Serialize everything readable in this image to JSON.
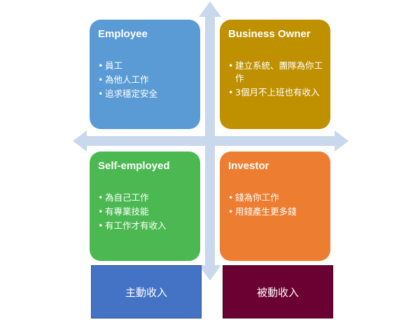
{
  "quadrants": {
    "employee": {
      "title": "Employee",
      "items": [
        "員工",
        "為他人工作",
        "追求穩定安全"
      ],
      "color": "#5B9BD5"
    },
    "business_owner": {
      "title": "Business Owner",
      "items": [
        "建立系統、團隊為你工作",
        "3個月不上班也有收入"
      ],
      "color": "#BF9000"
    },
    "self_employed": {
      "title": "Self-employed",
      "items": [
        "為自己工作",
        "有專業技能",
        "有工作才有收入"
      ],
      "color": "#4CB852"
    },
    "investor": {
      "title": "Investor",
      "items": [
        "錢為你工作",
        "用錢產生更多錢"
      ],
      "color": "#ED7D31"
    }
  },
  "income": {
    "active": {
      "label": "主動收入",
      "color": "#4472C4"
    },
    "passive": {
      "label": "被動收入",
      "color": "#6B0032"
    }
  },
  "axis_color": "#C9D8EC"
}
